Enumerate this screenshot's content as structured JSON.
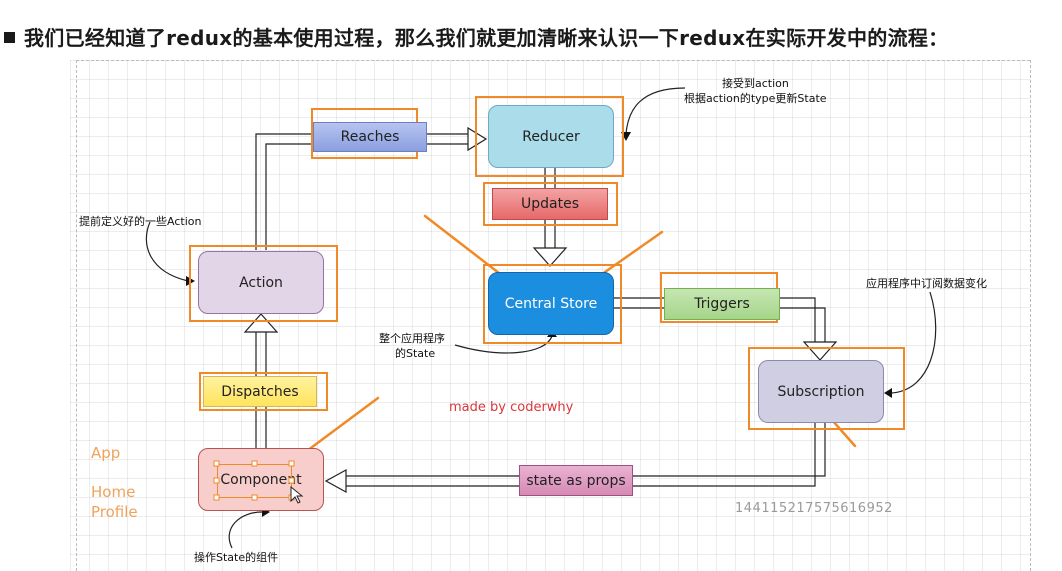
{
  "heading": "我们已经知道了redux的基本使用过程，那么我们就更加清晰来认识一下redux在实际开发中的流程：",
  "nodes": {
    "reducer": "Reducer",
    "action": "Action",
    "central_store": "Central Store",
    "subscription": "Subscription",
    "component": "Component"
  },
  "labels": {
    "reaches": "Reaches",
    "updates": "Updates",
    "triggers": "Triggers",
    "dispatches": "Dispatches",
    "state_as_props": "state as props"
  },
  "notes": {
    "reducer_line1": "接受到action",
    "reducer_line2": "根据action的type更新State",
    "action": "提前定义好的一些Action",
    "store_line1": "整个应用程序",
    "store_line2": "的State",
    "subscription": "应用程序中订阅数据变化",
    "component": "操作State的组件"
  },
  "side_labels": {
    "app": "App",
    "home": "Home",
    "profile": "Profile"
  },
  "signature": "made by coderwhy",
  "watermark": "144115217575616952",
  "colors": {
    "highlight": "#f08a28",
    "reducer": "#aadde9",
    "action": "#e1d5e7",
    "central_store": "#1c8ee0",
    "subscription": "#d0cee2",
    "component": "#f8cecc",
    "reaches": "#8b9fe0",
    "updates": "#e6696a",
    "triggers": "#a5d58a",
    "dispatches": "#ffe45c",
    "state_as_props": "#d58ab4"
  }
}
